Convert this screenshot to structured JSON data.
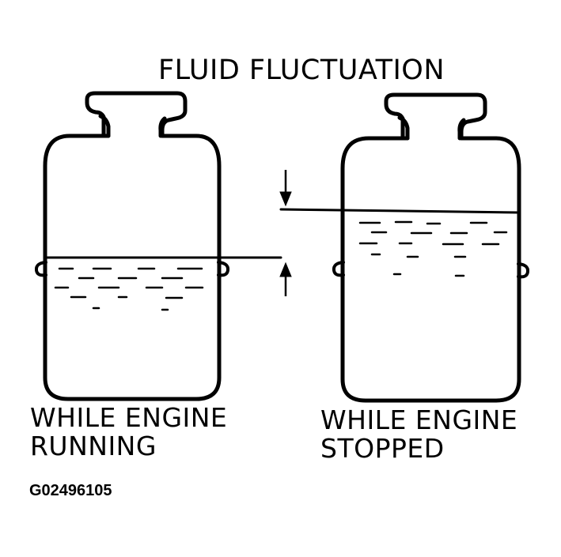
{
  "title": "FLUID FLUCTUATION",
  "left_reservoir": {
    "caption_line1": "WHILE ENGINE",
    "caption_line2": "RUNNING"
  },
  "right_reservoir": {
    "caption_line1": "WHILE ENGINE",
    "caption_line2": "STOPPED"
  },
  "figure_id": "G02496105",
  "colors": {
    "ink": "#000000",
    "background": "#ffffff"
  }
}
